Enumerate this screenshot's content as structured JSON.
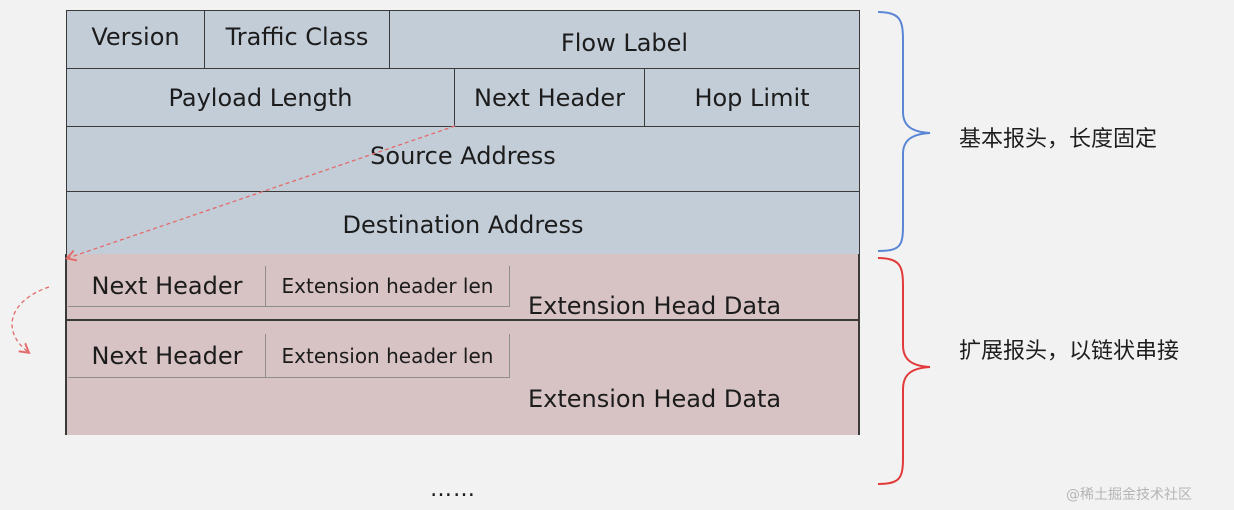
{
  "basic_header": {
    "version": "Version",
    "traffic_class": "Traffic Class",
    "flow_label": "Flow Label",
    "payload_length": "Payload Length",
    "next_header": "Next Header",
    "hop_limit": "Hop Limit",
    "source_address": "Source Address",
    "destination_address": "Destination Address",
    "caption": "基本报头，长度固定"
  },
  "extension_headers": [
    {
      "next_header": "Next Header",
      "header_len": "Extension header len",
      "data": "Extension Head Data"
    },
    {
      "next_header": "Next Header",
      "header_len": "Extension header len",
      "data": "Extension Head Data"
    }
  ],
  "extension_caption": "扩展报头，以链状串接",
  "ellipsis": "……",
  "watermark": "@稀土掘金技术社区",
  "colors": {
    "basic_fill": "#c3cdd8",
    "extension_fill": "#d7c2c4",
    "basic_brace": "#5a86d6",
    "extension_brace": "#e23a3a",
    "arrow": "#e46a6a"
  }
}
